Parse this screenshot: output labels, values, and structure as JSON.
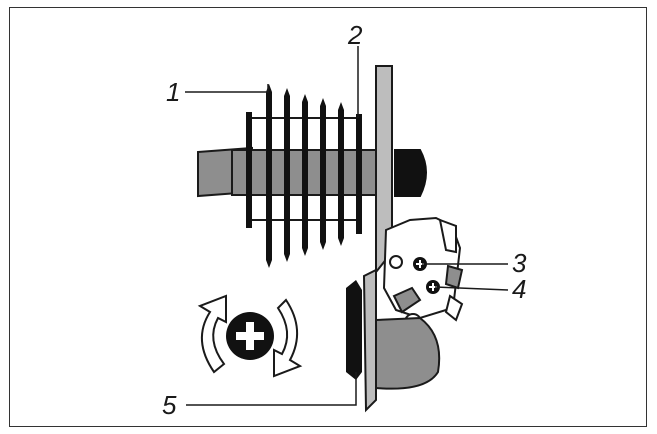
{
  "diagram": {
    "callouts": [
      {
        "id": "1",
        "label": "1"
      },
      {
        "id": "2",
        "label": "2"
      },
      {
        "id": "3",
        "label": "3"
      },
      {
        "id": "4",
        "label": "4"
      },
      {
        "id": "5",
        "label": "5"
      }
    ],
    "icons": [
      "cassette-sprockets-icon",
      "hub-axle-icon",
      "derailleur-plate-icon",
      "adjust-screw-icon",
      "rotate-arrows-icon",
      "jockey-pulley-icon"
    ],
    "colors": {
      "line": "#1a1a1a",
      "fill_gray": "#8e8e8e",
      "fill_light": "#bdbdbd",
      "fill_dark": "#111111"
    }
  }
}
